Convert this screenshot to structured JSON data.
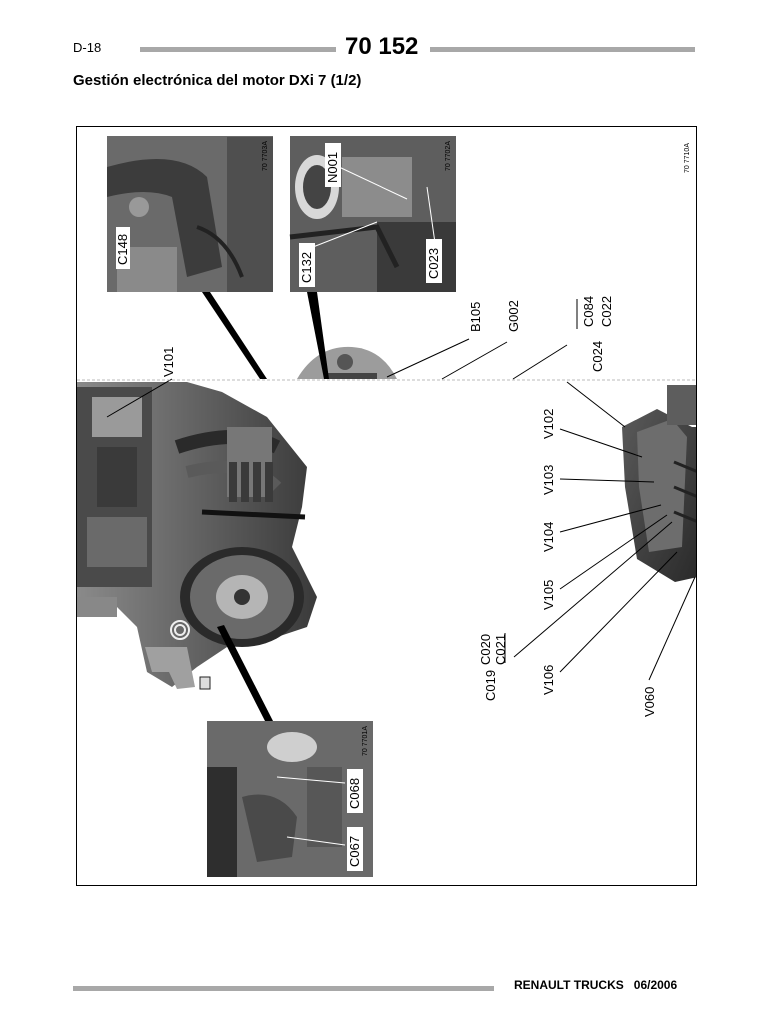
{
  "header": {
    "page_ref": "D-18",
    "doc_number": "70 152",
    "title": "Gestión electrónica del motor DXi 7 (1/2)"
  },
  "figure": {
    "ref_code": "70 7710A",
    "inset_codes": {
      "c148": "70 7703A",
      "n001": "70 7702A",
      "c067": "70 7701A"
    },
    "labels": {
      "c148": "C148",
      "n001": "N001",
      "c132": "C132",
      "c023": "C023",
      "c068": "C068",
      "c067": "C067",
      "v101": "V101",
      "b105": "B105",
      "g002": "G002",
      "c084": "C084",
      "c022": "C022",
      "c024": "C024",
      "v102": "V102",
      "v103": "V103",
      "v104": "V104",
      "v105": "V105",
      "c020": "C020",
      "c021": "C021",
      "c019": "C019",
      "v106": "V106",
      "v060": "V060"
    }
  },
  "footer": {
    "brand_date": "RENAULT TRUCKS   06/2006"
  }
}
